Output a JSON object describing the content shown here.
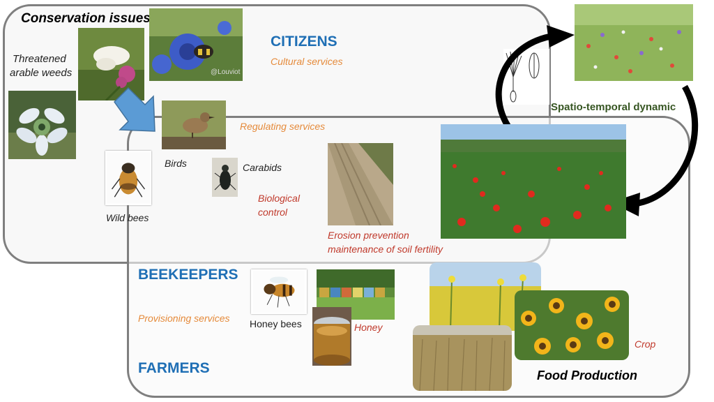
{
  "labels": {
    "conservation_issues": "Conservation issues",
    "threatened_weeds_1": "Threatened",
    "threatened_weeds_2": "arable weeds",
    "photo_credit": "@Louviot",
    "citizens": "CITIZENS",
    "cultural_services": "Cultural services",
    "regulating_services": "Regulating services",
    "birds": "Birds",
    "carabids": "Carabids",
    "biological_control_1": "Biological",
    "biological_control_2": "control",
    "wild_bees": "Wild bees",
    "erosion_1": "Erosion prevention",
    "erosion_2": "maintenance of soil fertility",
    "spatio_temporal": "Spatio-temporal dynamic",
    "beekeepers": "BEEKEEPERS",
    "provisioning_services": "Provisioning services",
    "honey_bees": "Honey bees",
    "honey": "Honey",
    "crop": "Crop",
    "farmers": "FARMERS",
    "food_production": "Food Production"
  },
  "colors": {
    "stakeholder_blue": "#1f6fb5",
    "service_orange": "#e58a3a",
    "service_red": "#c0392b",
    "dynamic_green": "#375623",
    "arrow_blue": "#5b9bd5",
    "region_border": "#7f7f7f"
  },
  "icons": [
    "blue-arrow-icon",
    "cycle-arrows-icon"
  ]
}
